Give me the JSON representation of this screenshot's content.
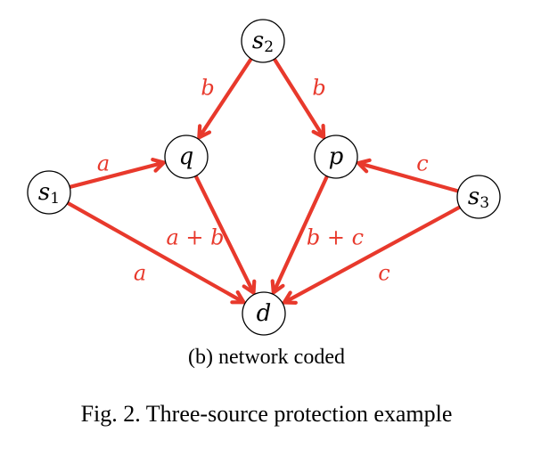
{
  "nodes": [
    {
      "id": "s2",
      "base": "s",
      "sub": "2"
    },
    {
      "id": "q",
      "base": "q",
      "sub": ""
    },
    {
      "id": "p",
      "base": "p",
      "sub": ""
    },
    {
      "id": "s1",
      "base": "s",
      "sub": "1"
    },
    {
      "id": "s3",
      "base": "s",
      "sub": "3"
    },
    {
      "id": "d",
      "base": "d",
      "sub": ""
    }
  ],
  "edges": [
    {
      "from": "s2",
      "to": "q",
      "label": "b"
    },
    {
      "from": "s2",
      "to": "p",
      "label": "b"
    },
    {
      "from": "s1",
      "to": "q",
      "label": "a"
    },
    {
      "from": "s3",
      "to": "p",
      "label": "c"
    },
    {
      "from": "s1",
      "to": "d",
      "label": "a"
    },
    {
      "from": "s3",
      "to": "d",
      "label": "c"
    },
    {
      "from": "q",
      "to": "d",
      "label": "a + b"
    },
    {
      "from": "p",
      "to": "d",
      "label": "b + c"
    }
  ],
  "colors": {
    "edge": "#e8392c",
    "node_stroke": "#000000"
  },
  "subcaption": "(b) network coded",
  "caption": "Fig. 2.  Three-source protection example"
}
